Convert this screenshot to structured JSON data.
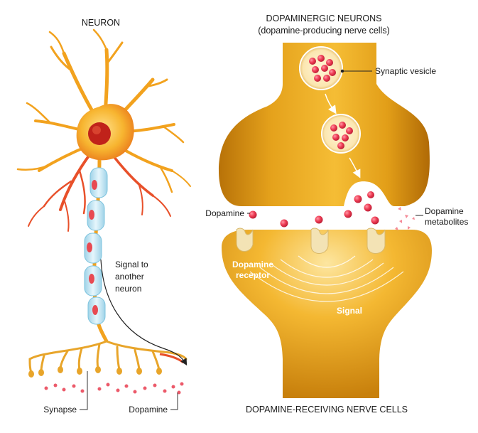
{
  "left_panel": {
    "title": "NEURON",
    "signal_text": [
      "Signal to",
      "another",
      "neuron"
    ],
    "synapse_label": "Synapse",
    "dopamine_label": "Dopamine"
  },
  "right_panel": {
    "title": "DOPAMINERGIC NEURONS",
    "subtitle": "(dopamine-producing nerve cells)",
    "vesicle_label": "Synaptic vesicle",
    "dopamine_label": "Dopamine",
    "metabolites_label": [
      "Dopamine",
      "metabolites"
    ],
    "receptor_label": [
      "Dopamine",
      "receptor"
    ],
    "signal_label": "Signal",
    "bottom_title": "DOPAMINE-RECEIVING NERVE CELLS"
  },
  "colors": {
    "neuron_orange": "#f5a623",
    "neuron_red": "#e8502a",
    "myelin": "#bfe4f2",
    "terminal_gold": "#e3a216",
    "dopamine_red": "#e8344c",
    "receptor_cream": "#f3e3b5"
  }
}
